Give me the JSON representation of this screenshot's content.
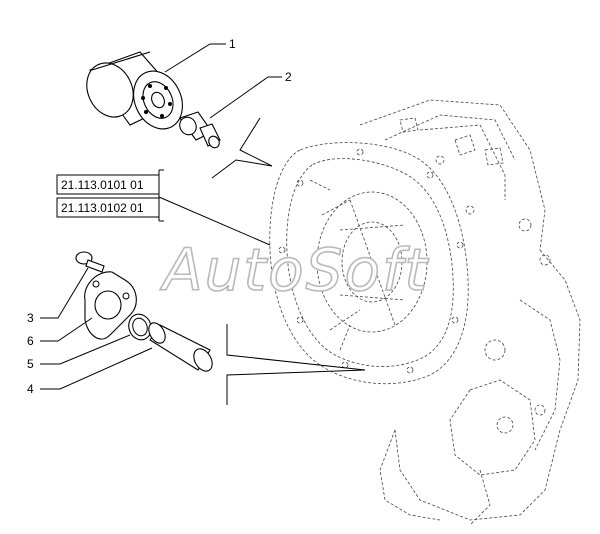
{
  "callouts": [
    {
      "id": "1",
      "label": "1"
    },
    {
      "id": "2",
      "label": "2"
    },
    {
      "id": "3",
      "label": "3"
    },
    {
      "id": "6",
      "label": "6"
    },
    {
      "id": "5",
      "label": "5"
    },
    {
      "id": "4",
      "label": "4"
    }
  ],
  "reference_codes": [
    "21.113.0101 01",
    "21.113.0102 01"
  ],
  "watermark": "AutoSoft"
}
